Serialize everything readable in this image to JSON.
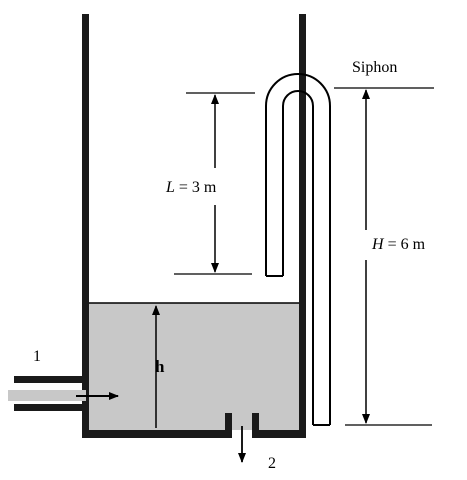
{
  "labels": {
    "siphon": "Siphon",
    "L_symbol": "L",
    "L_value": " = 3 m",
    "H_symbol": "H",
    "H_value": " = 6 m",
    "h": "h",
    "inlet": "1",
    "outlet": "2"
  },
  "colors": {
    "water": "#c8c8c8",
    "wall": "#1a1a1a",
    "inlet_stream": "#c8c8c8"
  }
}
